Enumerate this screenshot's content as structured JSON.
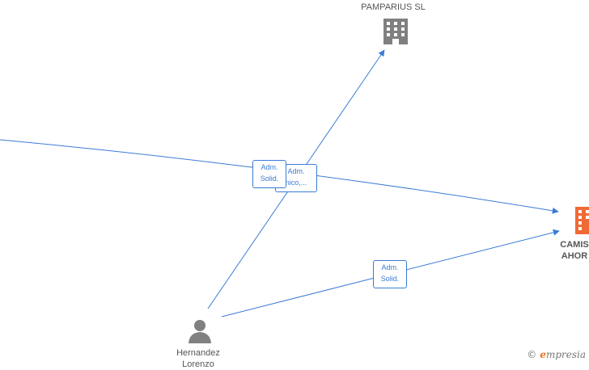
{
  "nodes": {
    "pamparius": {
      "name": "PAMPARIUS  SL",
      "type": "company",
      "color": "#808080"
    },
    "camis": {
      "name_line1": "CAMIS",
      "name_line2": "AHOR",
      "type": "company",
      "color": "#f06a35"
    },
    "hernandez": {
      "name_line1": "Hernandez",
      "name_line2": "Lorenzo",
      "type": "person",
      "color": "#808080"
    }
  },
  "edges": [
    {
      "id": "edge-left-to-camis",
      "label_line1": "Adm.",
      "label_line2": "Solid."
    },
    {
      "id": "edge-hernandez-to-pamparius",
      "label_line1": "Adm.",
      "label_line2": "nico,..."
    },
    {
      "id": "edge-hernandez-to-camis",
      "label_line1": "Adm.",
      "label_line2": "Solid."
    }
  ],
  "colors": {
    "edge": "#3a7bd5",
    "node_gray": "#808080",
    "node_orange": "#f06a35"
  },
  "watermark": {
    "copyright": "©",
    "brand_initial": "e",
    "brand_rest": "mpresia"
  }
}
